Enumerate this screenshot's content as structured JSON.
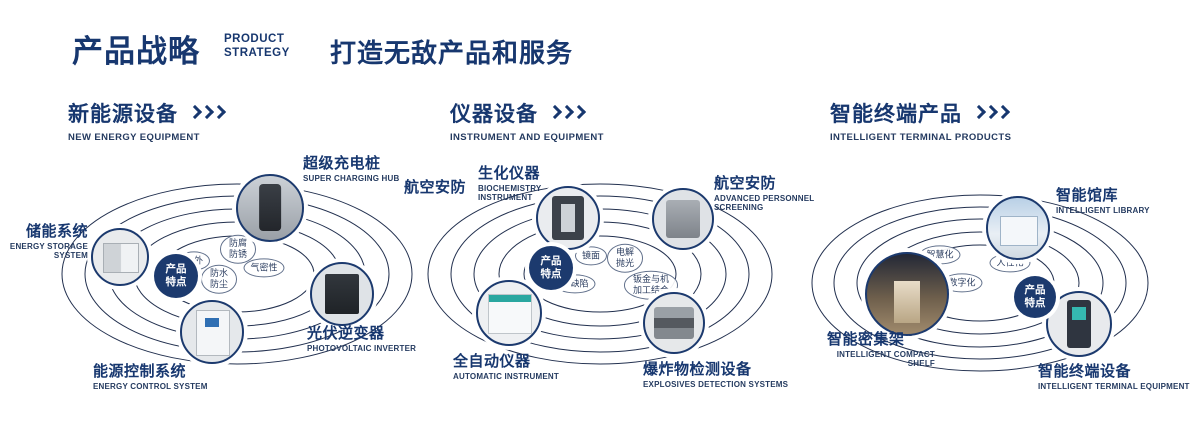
{
  "header": {
    "title": "产品战略",
    "subtitle_top": "PRODUCT",
    "subtitle_bottom": "STRATEGY",
    "tagline": "打造无敌产品和服务"
  },
  "sections": [
    {
      "title": "新能源设备",
      "subtitle": "NEW ENERGY EQUIPMENT",
      "badge": "产品特点",
      "tags": [
        "户外",
        "防腐防锈",
        "气密性",
        "防水防尘"
      ],
      "nodes": [
        {
          "label": "超级充电桩",
          "sublabel": "SUPER CHARGING HUB"
        },
        {
          "label": "储能系统",
          "sublabel": "ENERGY STORAGE SYSTEM"
        },
        {
          "label": "光伏逆变器",
          "sublabel": "PHOTOVOLTAIC INVERTER"
        },
        {
          "label": "能源控制系统",
          "sublabel": "ENERGY CONTROL SYSTEM"
        }
      ]
    },
    {
      "title": "仪器设备",
      "subtitle": "INSTRUMENT AND EQUIPMENT",
      "badge": "产品特点",
      "extra_label": "航空安防",
      "tags": [
        "镜面",
        "电解抛光",
        "零缺陷",
        "钣金与机加工结合"
      ],
      "nodes": [
        {
          "label": "生化仪器",
          "sublabel": "BIOCHEMISTRY INSTRUMENT"
        },
        {
          "label": "航空安防",
          "sublabel": "ADVANCED PERSONNEL SCREENING"
        },
        {
          "label": "全自动仪器",
          "sublabel": "AUTOMATIC INSTRUMENT"
        },
        {
          "label": "爆炸物检测设备",
          "sublabel": "EXPLOSIVES DETECTION SYSTEMS"
        }
      ]
    },
    {
      "title": "智能终端产品",
      "subtitle": "INTELLIGENT TERMINAL PRODUCTS",
      "badge": "产品特点",
      "tags": [
        "智慧化",
        "人性化",
        "数字化"
      ],
      "nodes": [
        {
          "label": "智能馆库",
          "sublabel": "INTELLIGENT LIBRARY"
        },
        {
          "label": "智能密集架",
          "sublabel": "INTELLIGENT COMPACT SHELF"
        },
        {
          "label": "智能终端设备",
          "sublabel": "INTELLIGENT TERMINAL EQUIPMENT"
        }
      ]
    }
  ]
}
